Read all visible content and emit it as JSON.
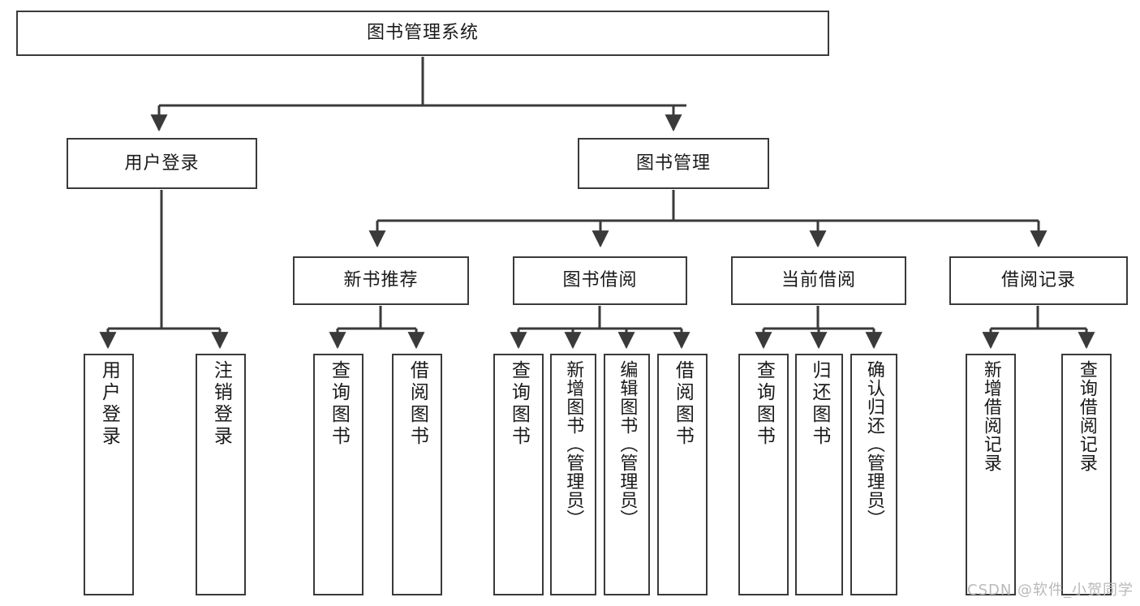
{
  "diagram": {
    "title": "图书管理系统",
    "type": "tree-hierarchy-flowchart",
    "watermark": "CSDN @软件_小贺同学",
    "colors": {
      "background": "#ffffff",
      "box_border": "#3a3a3a",
      "box_fill": "#ffffff",
      "text": "#1a1a1a",
      "edge": "#3a3a3a",
      "watermark": "#b9b9b9"
    },
    "nodes": {
      "root": {
        "label": "图书管理系统"
      },
      "level1": [
        {
          "id": "user-login",
          "label": "用户登录"
        },
        {
          "id": "book-management",
          "label": "图书管理"
        }
      ],
      "level2": [
        {
          "id": "new-book-recommend",
          "label": "新书推荐"
        },
        {
          "id": "book-borrow",
          "label": "图书借阅"
        },
        {
          "id": "current-borrow",
          "label": "当前借阅"
        },
        {
          "id": "borrow-record",
          "label": "借阅记录"
        }
      ],
      "leaves": {
        "user-login": [
          {
            "id": "leaf-user-login",
            "label": "用户登录"
          },
          {
            "id": "leaf-logout-login",
            "label": "注销登录"
          }
        ],
        "new-book-recommend": [
          {
            "id": "leaf-query-book-1",
            "label": "查询图书"
          },
          {
            "id": "leaf-borrow-book-1",
            "label": "借阅图书"
          }
        ],
        "book-borrow": [
          {
            "id": "leaf-query-book-2",
            "label": "查询图书"
          },
          {
            "id": "leaf-add-book-admin",
            "label": "新增图书（管理员）"
          },
          {
            "id": "leaf-edit-book-admin",
            "label": "编辑图书（管理员）"
          },
          {
            "id": "leaf-borrow-book-2",
            "label": "借阅图书"
          }
        ],
        "current-borrow": [
          {
            "id": "leaf-query-book-3",
            "label": "查询图书"
          },
          {
            "id": "leaf-return-book",
            "label": "归还图书"
          },
          {
            "id": "leaf-confirm-return-admin",
            "label": "确认归还（管理员）"
          }
        ],
        "borrow-record": [
          {
            "id": "leaf-add-borrow-record",
            "label": "新增借阅记录"
          },
          {
            "id": "leaf-query-borrow-record",
            "label": "查询借阅记录"
          }
        ]
      }
    }
  }
}
